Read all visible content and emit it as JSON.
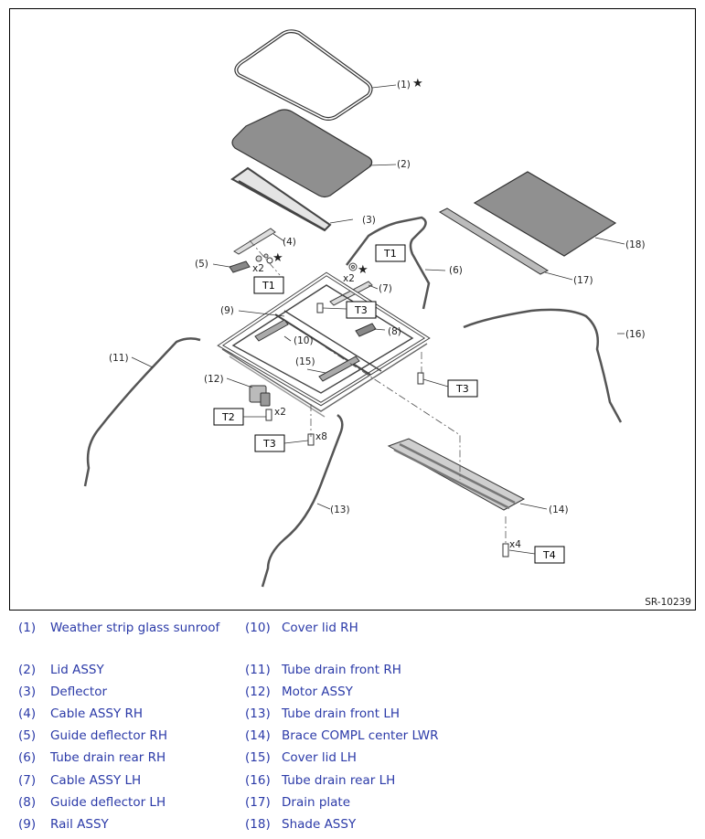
{
  "diagram": {
    "code": "SR-10239",
    "callouts": [
      "(1)",
      "(2)",
      "(3)",
      "(4)",
      "(5)",
      "(6)",
      "(7)",
      "(8)",
      "(9)",
      "(10)",
      "(11)",
      "(12)",
      "(13)",
      "(14)",
      "(15)",
      "(16)",
      "(17)",
      "(18)"
    ],
    "torque_labels": [
      "T1",
      "T1",
      "T2",
      "T3",
      "T3",
      "T3",
      "T4"
    ],
    "quantities": [
      "x2",
      "x2",
      "x2",
      "x8",
      "x4"
    ],
    "star": "★"
  },
  "legend": {
    "left": [
      {
        "num": "(1)",
        "name": "Weather strip glass sunroof"
      },
      {
        "num": "(2)",
        "name": "Lid ASSY"
      },
      {
        "num": "(3)",
        "name": "Deflector"
      },
      {
        "num": "(4)",
        "name": "Cable ASSY RH"
      },
      {
        "num": "(5)",
        "name": "Guide deflector RH"
      },
      {
        "num": "(6)",
        "name": "Tube drain rear RH"
      },
      {
        "num": "(7)",
        "name": "Cable ASSY LH"
      },
      {
        "num": "(8)",
        "name": "Guide deflector LH"
      },
      {
        "num": "(9)",
        "name": "Rail ASSY"
      }
    ],
    "right": [
      {
        "num": "(10)",
        "name": "Cover lid RH"
      },
      {
        "num": "(11)",
        "name": "Tube drain front RH"
      },
      {
        "num": "(12)",
        "name": "Motor ASSY"
      },
      {
        "num": "(13)",
        "name": "Tube drain front LH"
      },
      {
        "num": "(14)",
        "name": "Brace COMPL center LWR"
      },
      {
        "num": "(15)",
        "name": "Cover lid LH"
      },
      {
        "num": "(16)",
        "name": "Tube drain rear LH"
      },
      {
        "num": "(17)",
        "name": "Drain plate"
      },
      {
        "num": "(18)",
        "name": "Shade ASSY"
      }
    ]
  }
}
